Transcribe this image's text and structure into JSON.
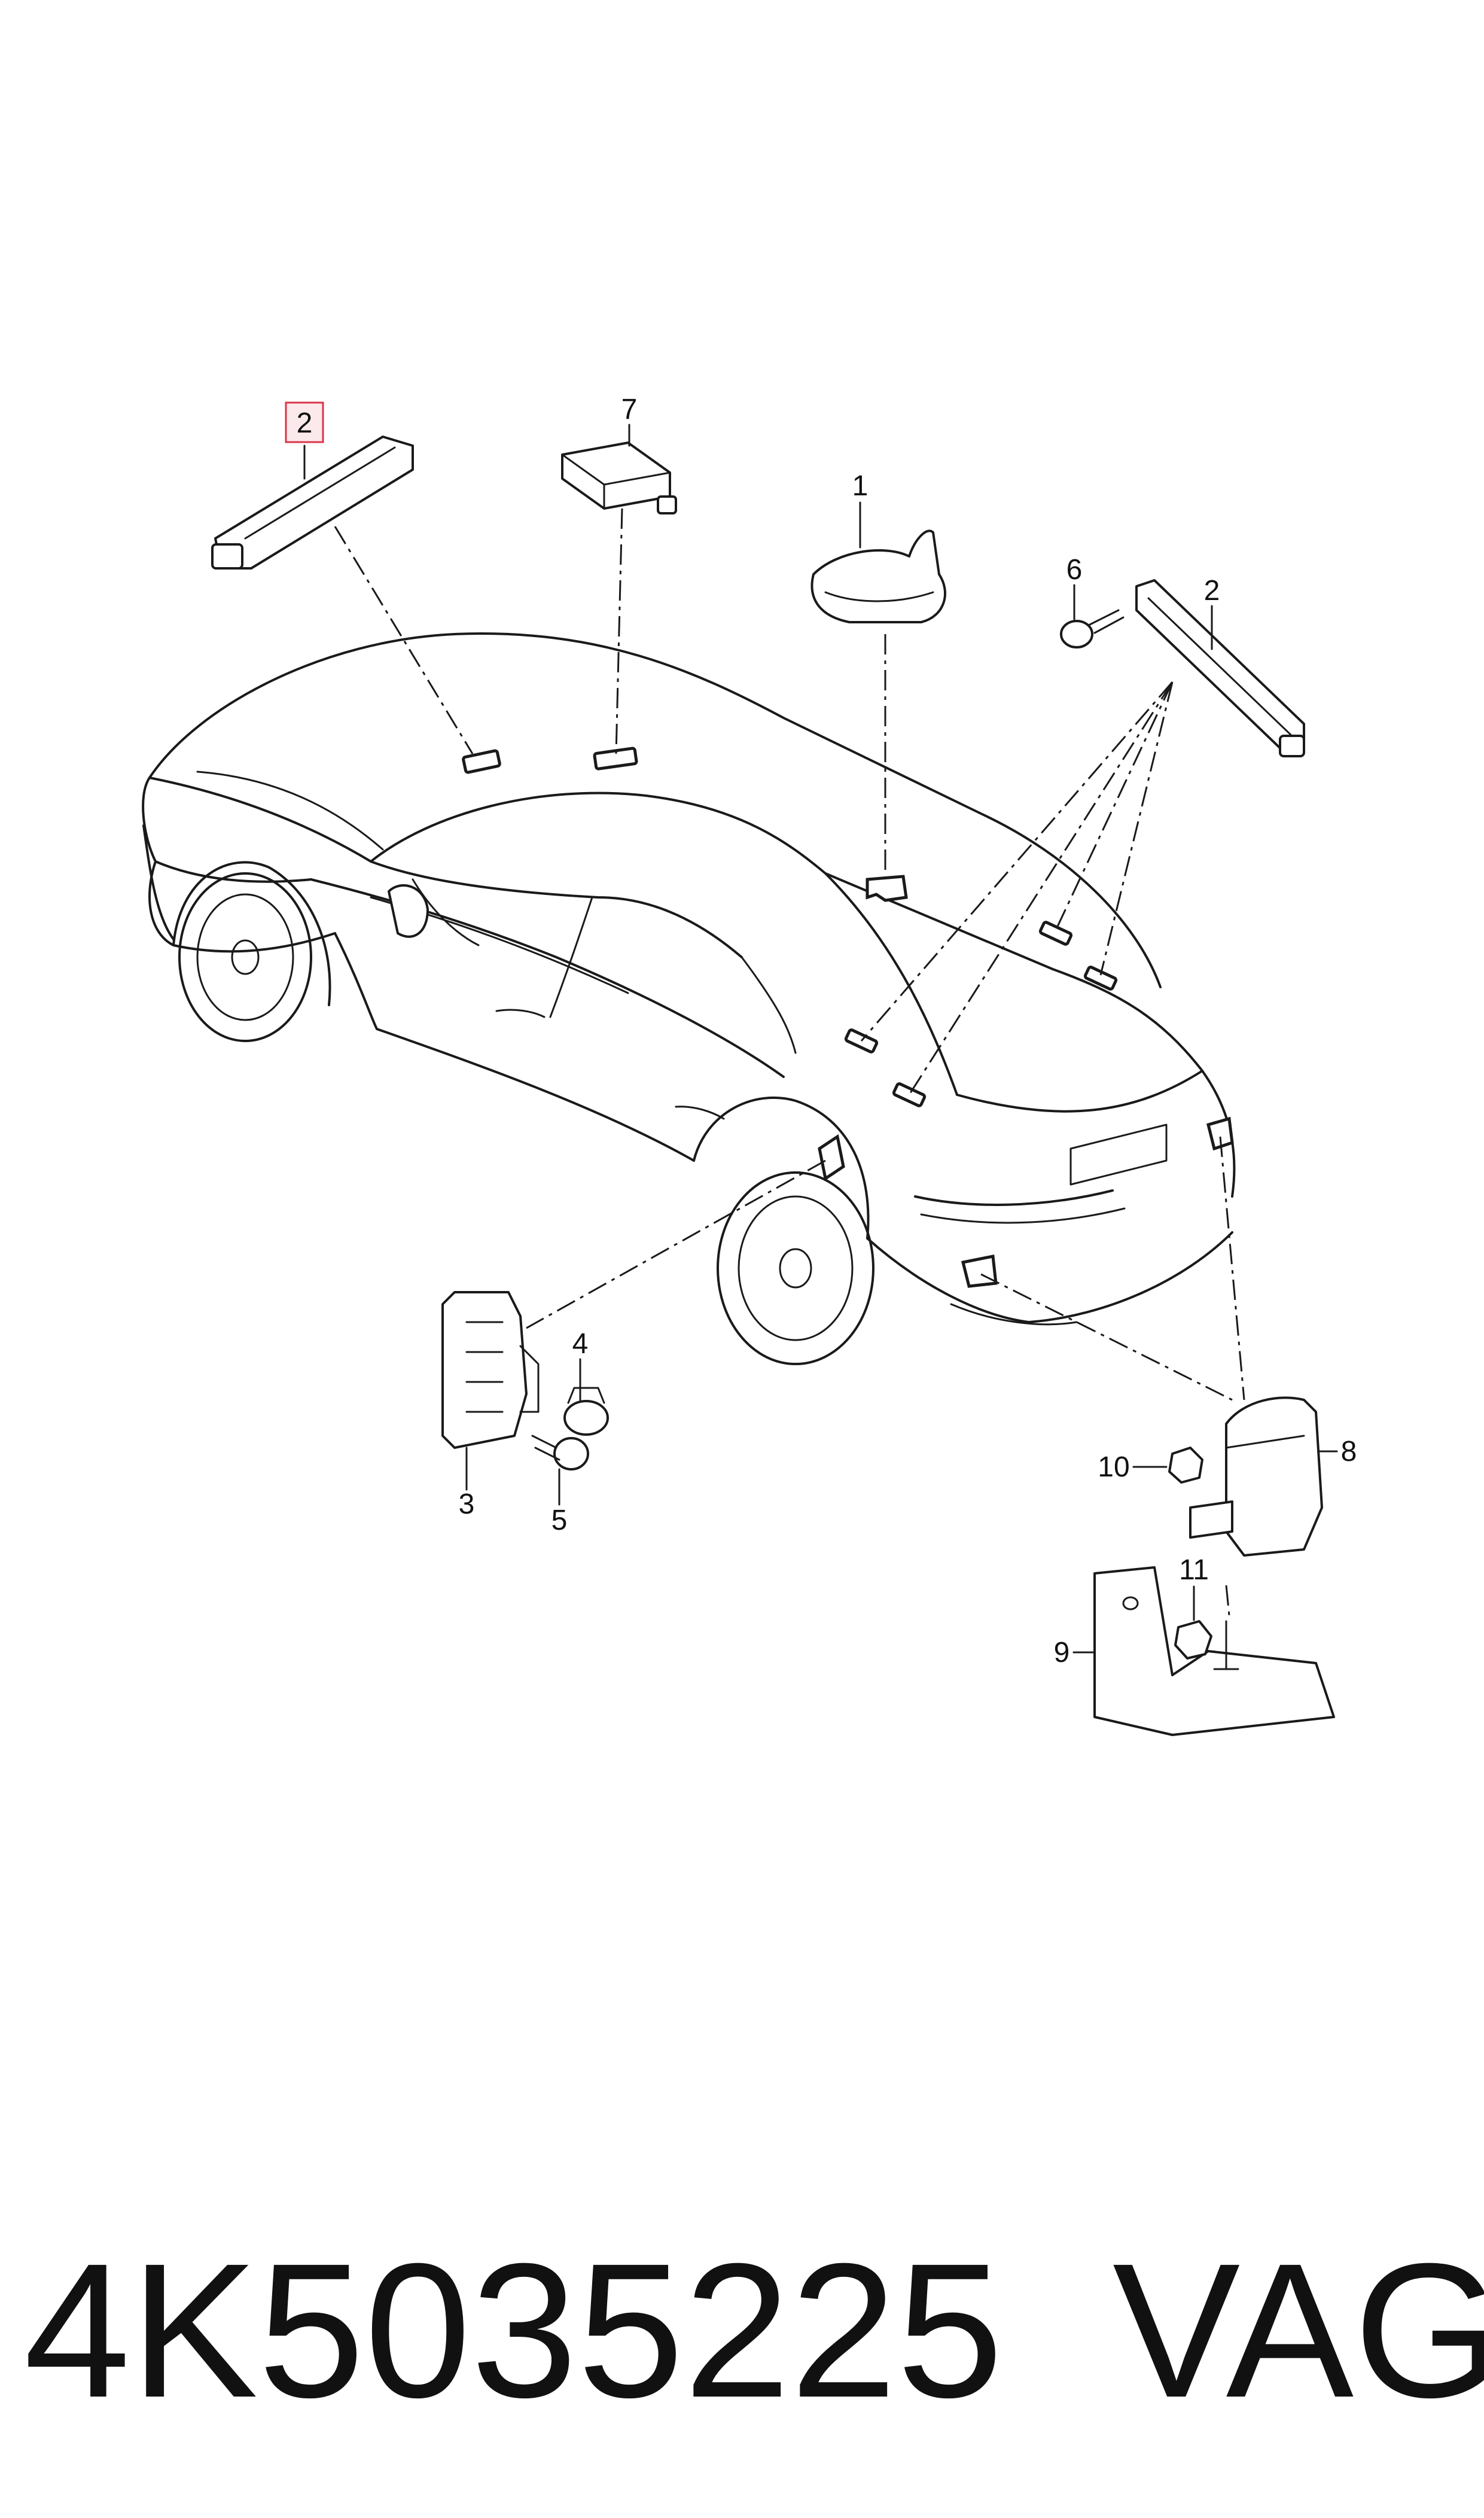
{
  "callouts": {
    "c1": "1",
    "c2_highlighted": "2",
    "c2": "2",
    "c3": "3",
    "c4": "4",
    "c5": "5",
    "c6": "6",
    "c7": "7",
    "c8": "8",
    "c9": "9",
    "c10": "10",
    "c11": "11"
  },
  "highlight_color": "#d9364a",
  "footer": {
    "part_number": "4K5035225",
    "brand": "VAG"
  }
}
